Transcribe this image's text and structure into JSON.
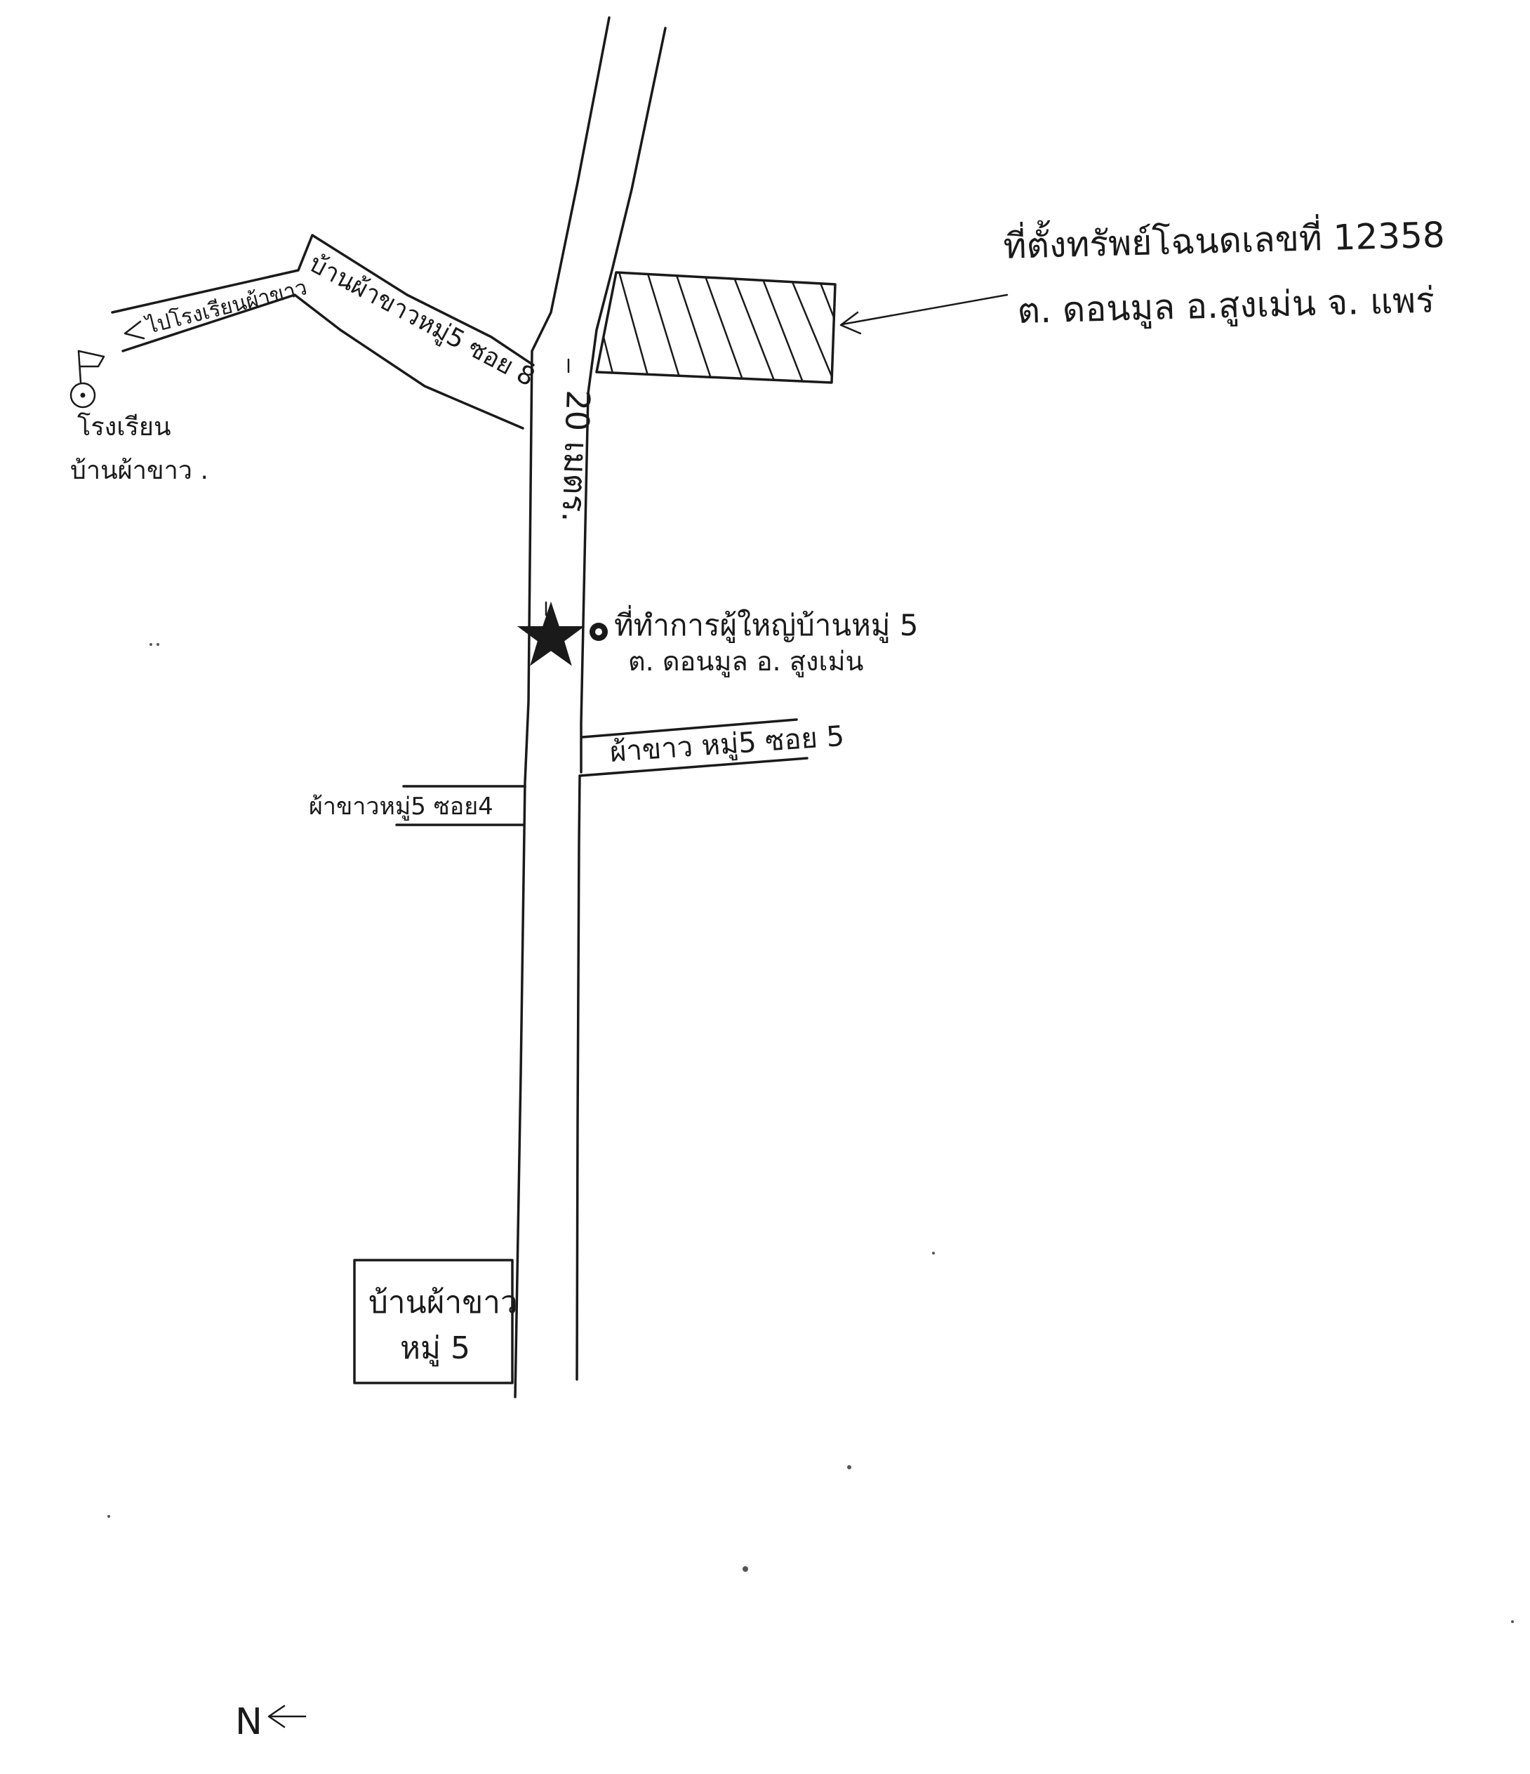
{
  "map": {
    "property_label": {
      "line1": "ที่ตั้งทรัพย์โฉนดเลขที่ 12358",
      "line2": "ต. ดอนมูล อ.สูงเม่น จ. แพร่"
    },
    "road_soi8_label": "บ้านผ้าขาวหมู่5 ซอย 8",
    "to_school_label": "ไปโรงเรียนผ้าขาว",
    "school_label": {
      "line1": "โรงเรียน",
      "line2": "บ้านผ้าขาว ."
    },
    "distance_label": "20 เมตร.",
    "office_label": {
      "line1": "ที่ทำการผู้ใหญ่บ้านหมู่ 5",
      "line2": "ต. ดอนมูล อ. สูงเม่น"
    },
    "road_soi5_label": "ผ้าขาว หมู่5 ซอย 5",
    "road_soi4_label": "ผ้าขาวหมู่5 ซอย4",
    "village_label": {
      "line1": "บ้านผ้าขาว",
      "line2": "หมู่ 5"
    },
    "north_label": "N"
  }
}
